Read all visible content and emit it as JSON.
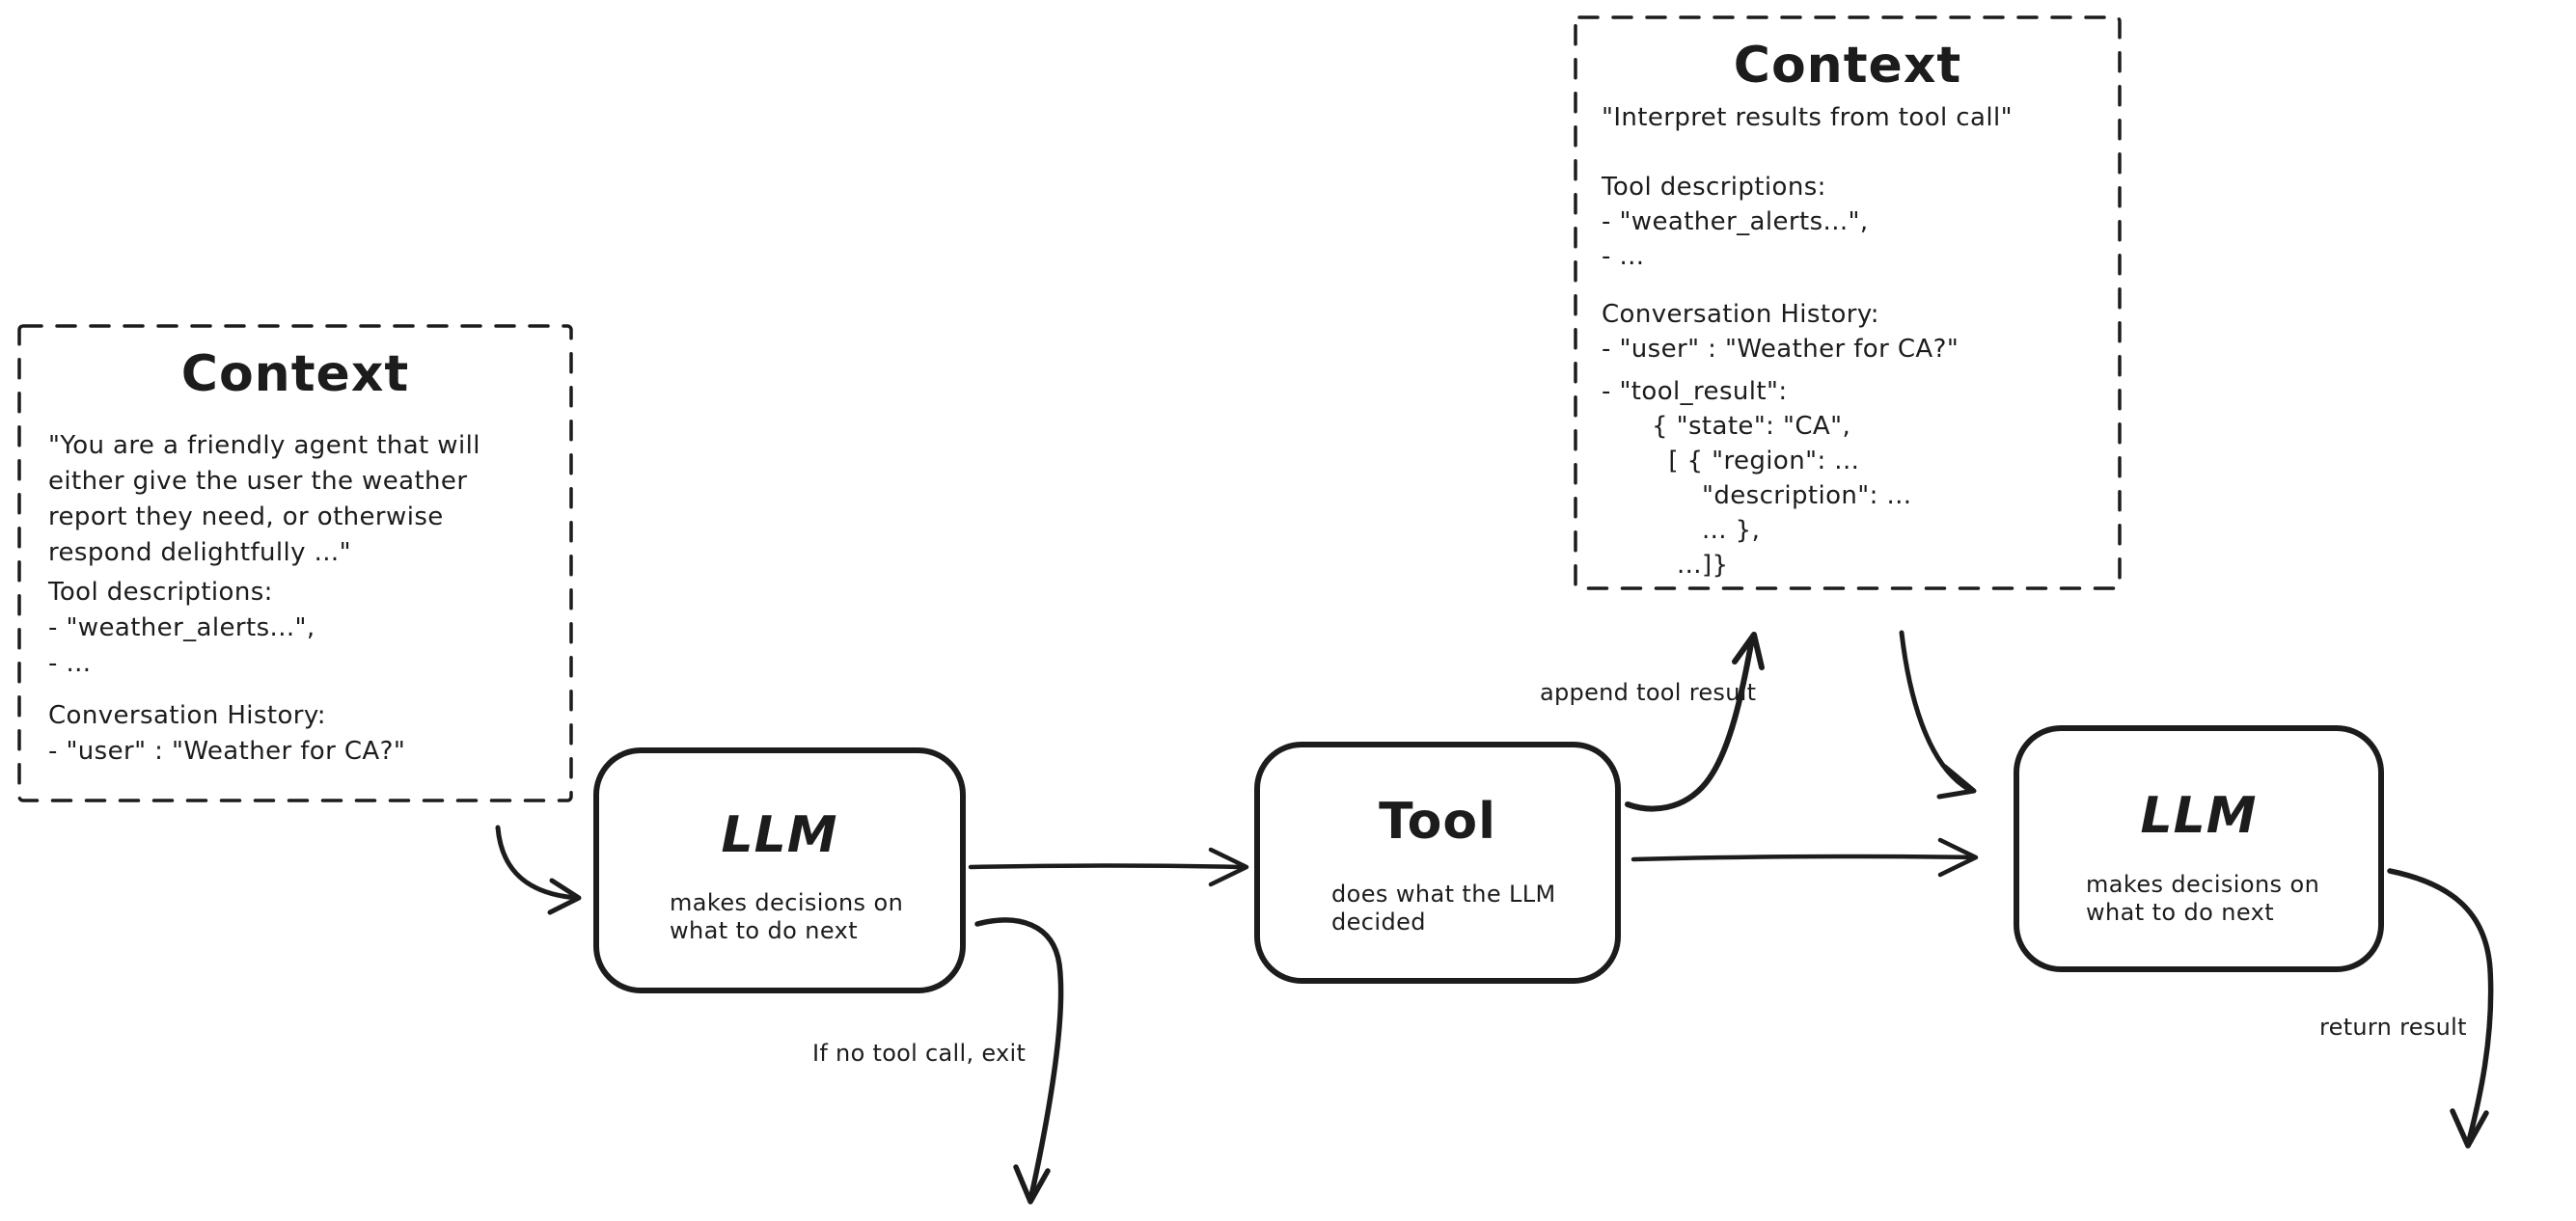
{
  "canvas": {
    "background": "#ffffff",
    "ink_color": "#1c1c1c"
  },
  "context_left": {
    "title": "Context",
    "paragraph": "\"You are a friendly agent that will\neither give the user the weather\nreport they need, or otherwise\nrespond delightfully ...\"",
    "tool_descriptions": "Tool descriptions:\n- \"weather_alerts...\",\n- ...",
    "conversation_history": "Conversation History:\n- \"user\" : \"Weather for CA?\""
  },
  "context_top": {
    "title": "Context",
    "intro": "\"Interpret results from tool call\"",
    "tool_descriptions": "Tool descriptions:\n- \"weather_alerts...\",\n- ...",
    "conversation_history": "Conversation History:\n- \"user\" : \"Weather for CA?\"",
    "tool_result": "- \"tool_result\":\n      { \"state\": \"CA\",\n        [ { \"region\": ...\n            \"description\": ...\n            ... },\n         ...]}"
  },
  "nodes": {
    "llm1": {
      "title": "LLM",
      "subtitle": "makes decisions on\nwhat to do next"
    },
    "tool": {
      "title": "Tool",
      "subtitle": "does what the LLM\ndecided"
    },
    "llm2": {
      "title": "LLM",
      "subtitle": "makes decisions on\nwhat to do next"
    }
  },
  "labels": {
    "append_tool_result": "append tool result",
    "if_no_tool_call": "If no tool call, exit",
    "return_result": "return result"
  }
}
